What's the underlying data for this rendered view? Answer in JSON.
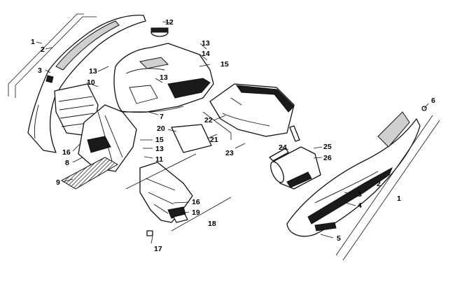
{
  "callouts": {
    "c1_left": "1",
    "c2_left": "2",
    "c3_left": "3",
    "c13_a": "13",
    "c10": "10",
    "c12": "12",
    "c13_b": "13",
    "c14": "14",
    "c15_top": "15",
    "c13_c": "13",
    "c7": "7",
    "c6": "6",
    "c22": "22",
    "c20": "20",
    "c21": "21",
    "c15_mid": "15",
    "c13_d": "13",
    "c11": "11",
    "c16_left": "16",
    "c8": "8",
    "c9": "9",
    "c23": "23",
    "c24": "24",
    "c25": "25",
    "c26": "26",
    "c2_right": "2",
    "c3_right": "3",
    "c4": "4",
    "c1_right": "1",
    "c5": "5",
    "c16_bottom": "16",
    "c19": "19",
    "c18": "18",
    "c17": "17"
  }
}
